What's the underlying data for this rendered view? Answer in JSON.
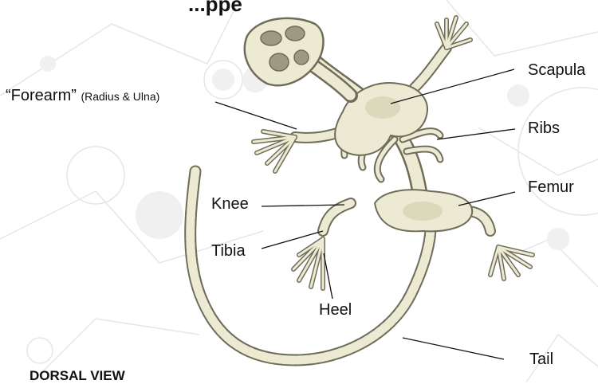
{
  "title_fragment": "...ppe",
  "view_caption": "DORSAL VIEW",
  "labels": {
    "forearm_main": "“Forearm”",
    "forearm_sub": "(Radius & Ulna)",
    "scapula": "Scapula",
    "ribs": "Ribs",
    "femur": "Femur",
    "knee": "Knee",
    "tibia": "Tibia",
    "heel": "Heel",
    "tail": "Tail"
  },
  "colors": {
    "bone": "#ecead2",
    "bone_shade": "#c9c6a6",
    "bone_outline": "#6f6d5a",
    "background_pattern": "#e6e6e6",
    "leader_line": "#111111"
  }
}
